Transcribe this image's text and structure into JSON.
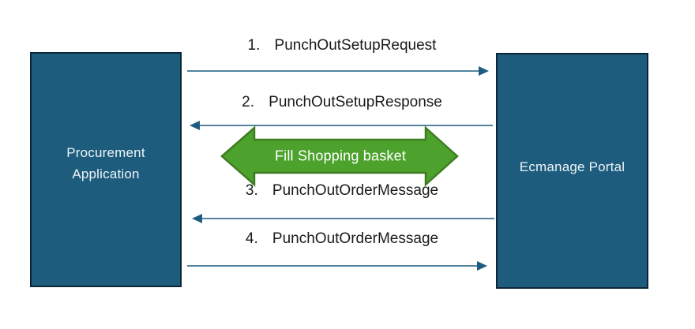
{
  "diagram": {
    "title": "PunchOut message flow between Procurement Application and Ecmanage Portal",
    "background_color": "#ffffff",
    "line_color": "#1D5D7F",
    "actors": [
      {
        "id": "procurement-application",
        "line1": "Procurement",
        "line2": "Application",
        "fill": "#1E5C7E",
        "border": "#0C2638",
        "text_color": "#EDF4F8",
        "side": "left"
      },
      {
        "id": "ecmanage-portal",
        "line1": "Ecmanage Portal",
        "fill": "#1E5C7E",
        "border": "#0C2638",
        "text_color": "#EDF4F8",
        "side": "right"
      }
    ],
    "messages": [
      {
        "number": "1.",
        "label": "PunchOutSetupRequest",
        "from": "procurement-application",
        "to": "ecmanage-portal",
        "direction": "right"
      },
      {
        "number": "2.",
        "label": "PunchOutSetupResponse",
        "from": "ecmanage-portal",
        "to": "procurement-application",
        "direction": "left"
      },
      {
        "number": "3.",
        "label": "PunchOutOrderMessage",
        "from": "ecmanage-portal",
        "to": "procurement-application",
        "direction": "left"
      },
      {
        "number": "4.",
        "label": "PunchOutOrderMessage",
        "from": "procurement-application",
        "to": "ecmanage-portal",
        "direction": "right"
      }
    ],
    "basket_arrow": {
      "label": "Fill Shopping basket",
      "direction": "both",
      "fill": "#4CA22C",
      "border": "#3E7D22",
      "text_color": "#ffffff"
    }
  }
}
